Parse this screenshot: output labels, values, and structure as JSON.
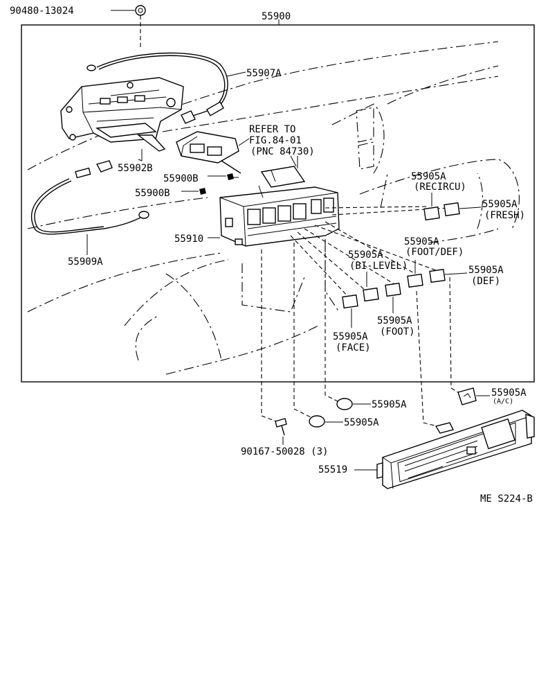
{
  "labels": {
    "p90480_13024": "90480-13024",
    "p55900": "55900",
    "p55907A": "55907A",
    "refer_to": "REFER TO",
    "fig": "FIG.84-01",
    "pnc": "(PNC 84730)",
    "p55902B": "55902B",
    "p55900B_1": "55900B",
    "p55900B_2": "55900B",
    "p55910": "55910",
    "p55909A": "55909A",
    "recircu_part": "55905A",
    "recircu_name": "(RECIRCU)",
    "fresh_part": "55905A",
    "fresh_name": "(FRESH)",
    "footdef_part": "55905A",
    "footdef_name": "(FOOT/DEF)",
    "bilevel_part": "55905A",
    "bilevel_name": "(BI-LEVEL)",
    "def_part": "55905A",
    "def_name": "(DEF)",
    "foot_part": "55905A",
    "foot_name": "(FOOT)",
    "face_part": "55905A",
    "face_name": "(FACE)",
    "ac_part": "55905A",
    "ac_name": "(A/C)",
    "knob1": "55905A",
    "knob2": "55905A",
    "screw": "90167-50028 (3)",
    "p55519": "55519",
    "code": "ME S224-B"
  }
}
